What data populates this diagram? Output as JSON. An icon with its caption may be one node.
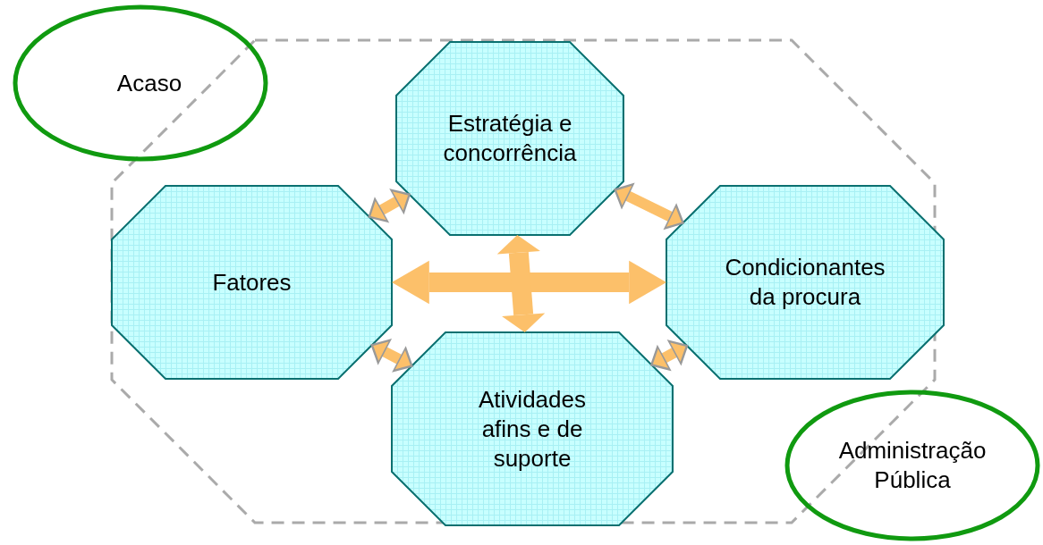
{
  "diagram": {
    "nodes": [
      {
        "text": [
          "Acaso"
        ]
      },
      {
        "text": [],
        "shape": "octagon"
      },
      {
        "text": [
          "Estratégia e concorrência"
        ],
        "in": 1
      },
      {
        "text": [
          "Fatores"
        ],
        "in": 1
      },
      {
        "text": [
          "Condicionantes da procura"
        ],
        "in": 1
      },
      {
        "text": [
          "Atividades afins e de suporte"
        ],
        "in": 1
      },
      {
        "text": [
          "Administração Pública"
        ]
      }
    ],
    "edges": [
      {
        "from": 3,
        "to": 2,
        "arrow": "both",
        "color": "#fcc06a"
      },
      {
        "from": 2,
        "to": 4,
        "arrow": "both",
        "color": "#fcc06a"
      },
      {
        "from": 3,
        "to": 4,
        "arrow": "both",
        "style": "thick",
        "color": "#fcc06a"
      },
      {
        "from": 2,
        "to": 5,
        "arrow": "both",
        "style": "thick",
        "color": "#fcc06a"
      },
      {
        "from": 3,
        "to": 5,
        "arrow": "both",
        "color": "#fcc06a"
      },
      {
        "from": 5,
        "to": 4,
        "arrow": "both",
        "color": "#fcc06a"
      }
    ]
  }
}
